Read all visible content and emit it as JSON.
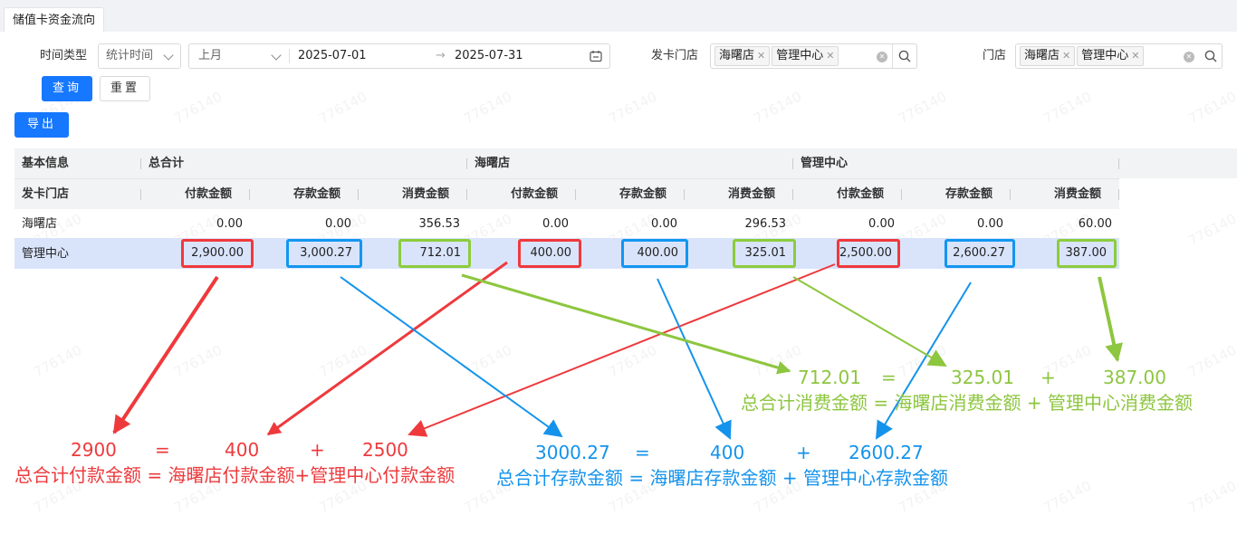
{
  "tab": {
    "title": "储值卡资金流向"
  },
  "filters": {
    "time_type_label": "时间类型",
    "time_type_value": "统计时间",
    "period_value": "上月",
    "date_start": "2025-07-01",
    "date_arrow": "→",
    "date_end": "2025-07-31",
    "issue_store_label": "发卡门店",
    "issue_store_tags": [
      "海曙店",
      "管理中心"
    ],
    "store_label": "门店",
    "store_tags": [
      "海曙店",
      "管理中心"
    ]
  },
  "buttons": {
    "query": "查询",
    "reset": "重置",
    "export": "导出"
  },
  "table": {
    "groups": [
      "基本信息",
      "总合计",
      "海曙店",
      "管理中心"
    ],
    "first_col": "发卡门店",
    "columns": [
      "付款金额",
      "存款金额",
      "消费金额",
      "付款金额",
      "存款金额",
      "消费金额",
      "付款金额",
      "存款金额",
      "消费金额"
    ],
    "rows": [
      {
        "store": "海曙店",
        "values": [
          "0.00",
          "0.00",
          "356.53",
          "0.00",
          "0.00",
          "296.53",
          "0.00",
          "0.00",
          "60.00"
        ]
      },
      {
        "store": "管理中心",
        "values": [
          "2,900.00",
          "3,000.27",
          "712.01",
          "400.00",
          "400.00",
          "325.01",
          "2,500.00",
          "2,600.27",
          "387.00"
        ]
      }
    ]
  },
  "annotations": {
    "pay": {
      "total": "2900",
      "eq": "=",
      "a": "400",
      "plus": "+",
      "b": "2500",
      "formula": "总合计付款金额 = 海曙店付款金额+管理中心付款金额"
    },
    "deposit": {
      "total": "3000.27",
      "eq": "=",
      "a": "400",
      "plus": "+",
      "b": "2600.27",
      "formula": "总合计存款金额 = 海曙店存款金额 + 管理中心存款金额"
    },
    "consume": {
      "total": "712.01",
      "eq": "=",
      "a": "325.01",
      "plus": "+",
      "b": "387.00",
      "formula": "总合计消费金额 = 海曙店消费金额 + 管理中心消费金额"
    }
  },
  "watermark": "776140",
  "colors": {
    "primary": "#1677ff",
    "red": "#ee3a3d",
    "blue": "#1493ec",
    "green": "#8dc63f",
    "row_highlight": "#d9e4fb",
    "header_bg": "#f2f3f5"
  }
}
